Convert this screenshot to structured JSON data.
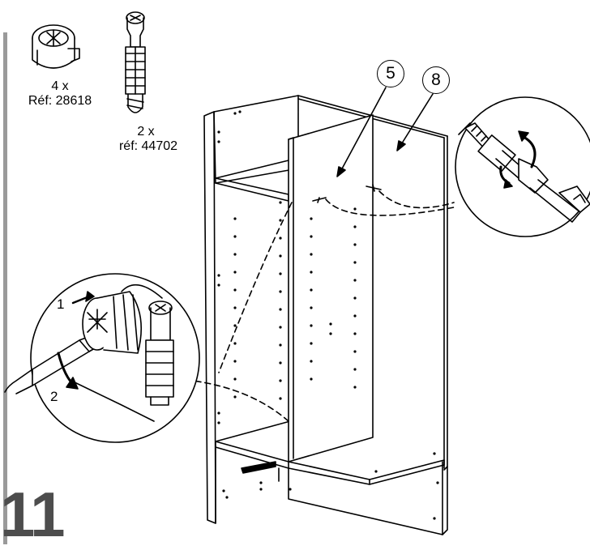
{
  "step": {
    "number": "11"
  },
  "parts": [
    {
      "quantity": "4 x",
      "reference": "Réf: 28618",
      "icon": "cam-lock-icon"
    },
    {
      "quantity": "2 x",
      "reference": "réf: 44702",
      "icon": "cam-dowel-icon"
    }
  ],
  "callouts": [
    {
      "label": "5"
    },
    {
      "label": "8"
    }
  ],
  "detail_left": {
    "arrow_1": "1",
    "arrow_2": "2"
  },
  "colors": {
    "sidebar": "#9a9a9a",
    "step_number": "#4d4d4d",
    "ink": "#000000"
  }
}
